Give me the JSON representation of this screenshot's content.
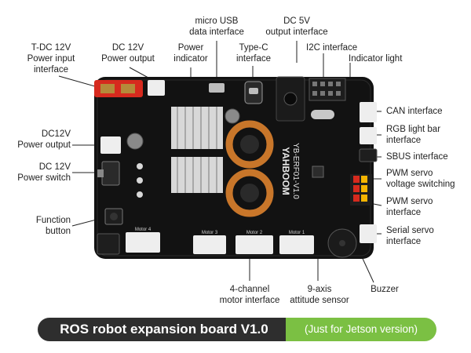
{
  "labels": {
    "tdc": "T-DC 12V\nPower input\ninterface",
    "dc12_out_top": "DC 12V\nPower output",
    "power_indicator": "Power\nindicator",
    "micro_usb": "micro USB\ndata interface",
    "typec": "Type-C\ninterface",
    "dc5v": "DC 5V\noutput interface",
    "i2c": "I2C interface",
    "indicator_light": "Indicator light",
    "can": "CAN interface",
    "rgb": "RGB light bar\ninterface",
    "sbus": "SBUS interface",
    "pwm_switch": "PWM servo\nvoltage switching",
    "pwm_iface": "PWM servo\ninterface",
    "serial_servo": "Serial servo\ninterface",
    "buzzer": "Buzzer",
    "imu": "9-axis\nattitude sensor",
    "motor": "4-channel\nmotor interface",
    "function_button": "Function\nbutton",
    "power_switch": "DC 12V\nPower switch",
    "dc12_out_left": "DC12V\nPower output"
  },
  "board_text": {
    "brand": "YAHBOOM",
    "model": "YB-ERF01-V1.0",
    "motor1": "Motor 1",
    "motor2": "Motor 2",
    "motor3": "Motor 3",
    "motor4": "Motor 4"
  },
  "banner": {
    "title": "ROS robot expansion board V1.0",
    "subtitle": "(Just for Jetson version)"
  },
  "colors": {
    "board": "#121212",
    "accent_green": "#7bc043",
    "banner_dark": "#2e2e2e",
    "connector_white": "#eeeeee",
    "connector_red": "#d62a1e",
    "jumper_yellow": "#f4b400",
    "coil_copper": "#c8762a"
  }
}
